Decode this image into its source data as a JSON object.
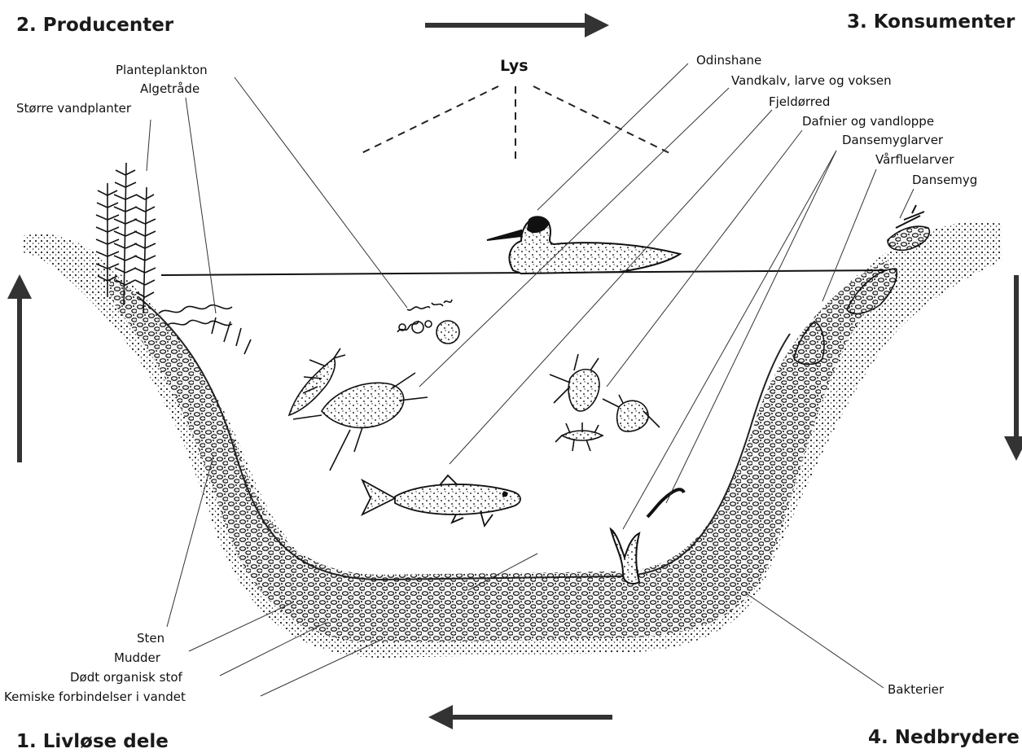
{
  "corners": {
    "producers": "2. Producenter",
    "consumers": "3. Konsumenter",
    "lifeless": "1. Livløse dele",
    "decomposers": "4. Nedbrydere"
  },
  "light": "Lys",
  "left_labels": {
    "phytoplankton": "Planteplankton",
    "algae": "Algetråde",
    "plants": "Større vandplanter"
  },
  "right_labels": {
    "odinshane": "Odinshane",
    "vandkalv": "Vandkalv, larve og voksen",
    "fjeldorred": "Fjeldørred",
    "dafnier": "Dafnier og vandloppe",
    "dansemyglarver": "Dansemyglarver",
    "vaarfluelarver": "Vårfluelarver",
    "dansemyg": "Dansemyg"
  },
  "bottom_labels": {
    "sten": "Sten",
    "mudder": "Mudder",
    "dodt": "Dødt organisk stof",
    "kemiske": "Kemiske forbindelser i vandet",
    "bakterier": "Bakterier"
  }
}
